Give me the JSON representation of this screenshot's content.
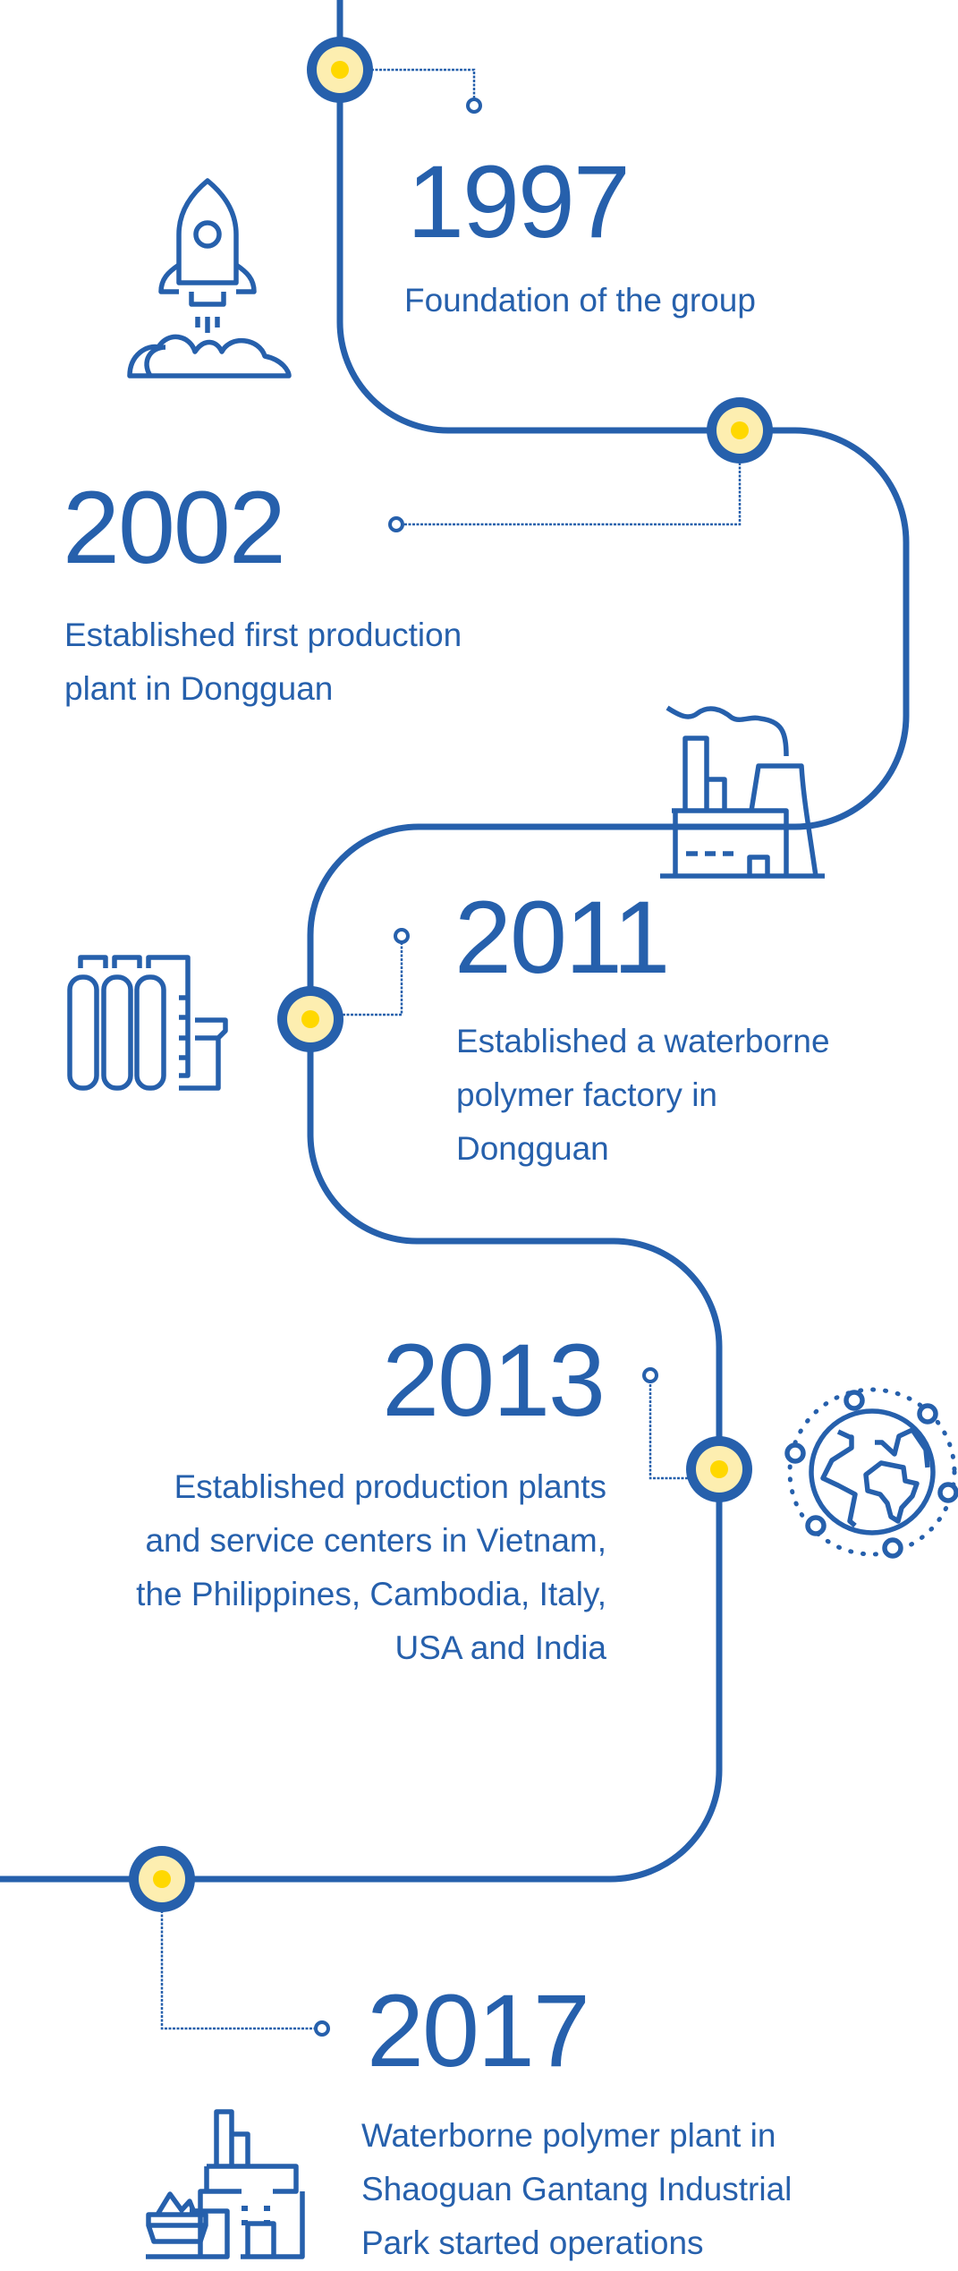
{
  "colors": {
    "line": "#2660ac",
    "node_fill": "#fdeeb0",
    "node_dot": "#ffd800",
    "text": "#2660ac"
  },
  "milestones": [
    {
      "year": "1997",
      "lines": [
        "Foundation of the group"
      ],
      "icon": "rocket-icon"
    },
    {
      "year": "2002",
      "lines": [
        "Established first production",
        "plant in Dongguan"
      ],
      "icon": "factory-icon"
    },
    {
      "year": "2011",
      "lines": [
        "Established a waterborne",
        "polymer  factory in",
        "Dongguan"
      ],
      "icon": "storage-tanks-icon"
    },
    {
      "year": "2013",
      "lines": [
        "Established production plants",
        "and service centers  in Vietnam,",
        "the Philippines, Cambodia, Italy,",
        "USA and India"
      ],
      "icon": "globe-network-icon"
    },
    {
      "year": "2017",
      "lines": [
        "Waterborne polymer plant in",
        "Shaoguan Gantang Industrial",
        "Park started operations"
      ],
      "icon": "industrial-park-icon"
    }
  ]
}
